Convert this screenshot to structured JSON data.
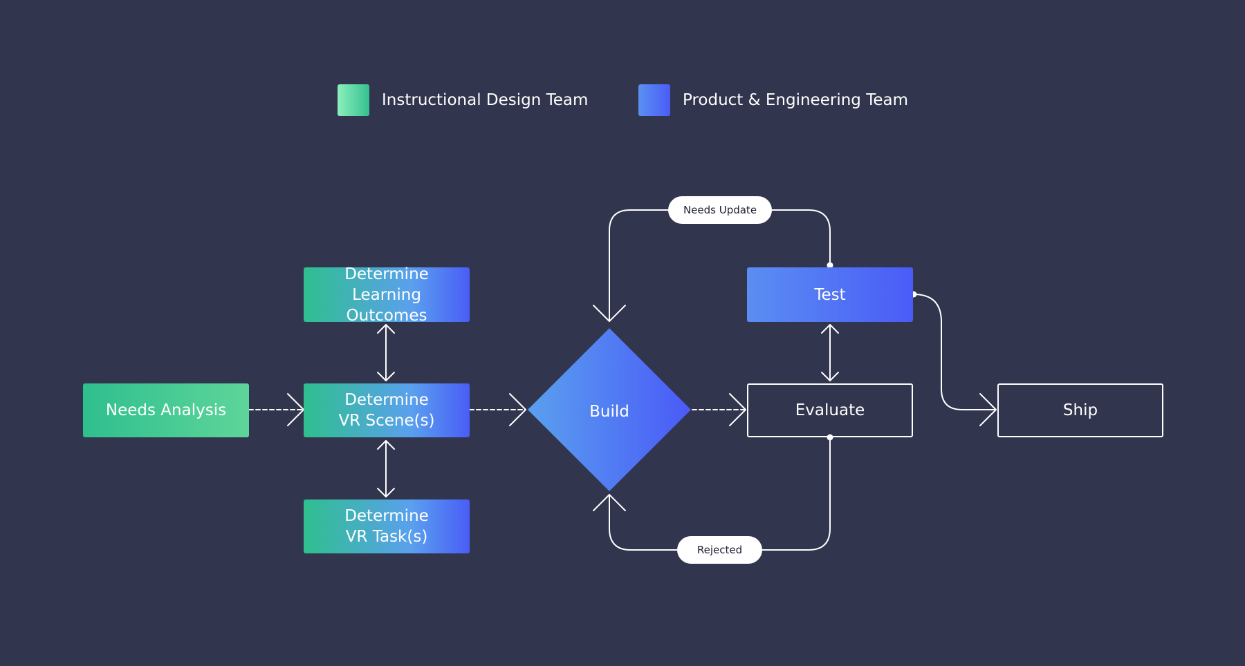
{
  "colors": {
    "background": "#31354d",
    "instructional_start": "#3fcf98",
    "instructional_end": "#5ed89a",
    "product_start": "#5a96f0",
    "product_end": "#4a5cf7",
    "mixed_start": "#2fbf8e",
    "mixed_end": "#4a60f6",
    "line": "#ffffff"
  },
  "legend": {
    "instructional": "Instructional Design Team",
    "product": "Product & Engineering Team"
  },
  "nodes": {
    "needs_analysis": "Needs Analysis",
    "learning_outcomes": "Determine Learning Outcomes",
    "vr_scenes": "Determine VR Scene(s)",
    "vr_tasks": "Determine VR Task(s)",
    "build": "Build",
    "test": "Test",
    "evaluate": "Evaluate",
    "ship": "Ship"
  },
  "edges": {
    "needs_update": "Needs Update",
    "rejected": "Rejected"
  }
}
